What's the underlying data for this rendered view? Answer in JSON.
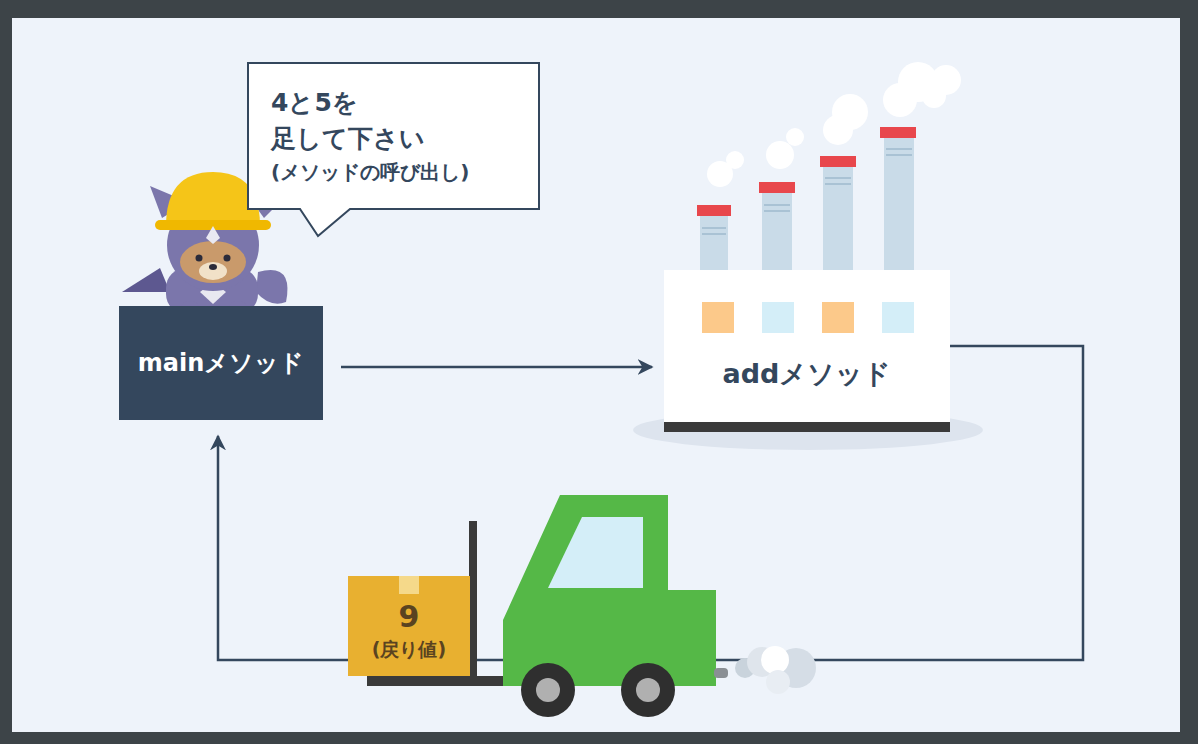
{
  "diagram": {
    "nodes": [
      {
        "text": [
          "4と5を 足して下さい",
          "(メソッドの呼び出し)"
        ]
      },
      {
        "text": [
          "mainメソッド"
        ]
      },
      {
        "text": [
          "addメソッド"
        ]
      },
      {
        "text": [
          "9",
          "(戻り値)"
        ]
      }
    ],
    "edges": [
      {
        "from": 1,
        "to": 2,
        "arrow": "to"
      },
      {
        "from": 2,
        "to": 1,
        "arrow": "to"
      }
    ]
  }
}
